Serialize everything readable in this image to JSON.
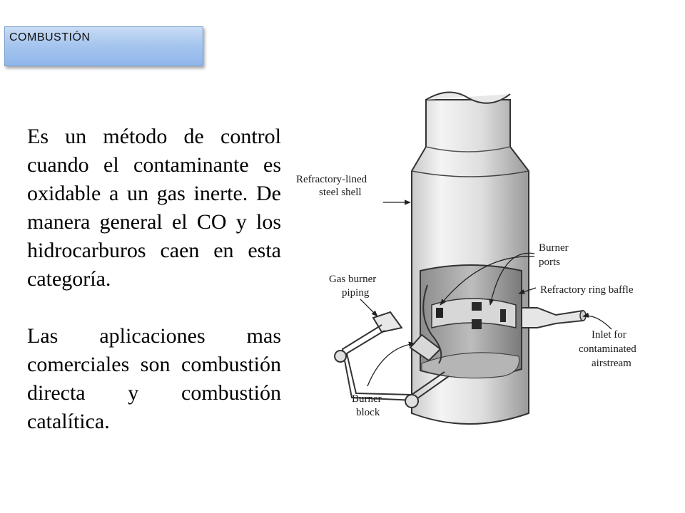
{
  "slide": {
    "title": "COMBUSTIÓN",
    "paragraphs": [
      "Es un método de control cuando el contaminante es oxidable a un gas inerte. De manera general el CO y los hidrocarburos caen en esta categoría.",
      "Las aplicaciones mas comerciales son combustión directa y combustión catalítica."
    ]
  },
  "figure": {
    "labels": {
      "shell_1": "Refractory-lined",
      "shell_2": "steel shell",
      "ports_1": "Burner",
      "ports_2": "ports",
      "baffle": "Refractory ring baffle",
      "piping_1": "Gas burner",
      "piping_2": "piping",
      "inlet_1": "Inlet for",
      "inlet_2": "contaminated",
      "inlet_3": "airstream",
      "block_1": "Burner",
      "block_2": "block"
    }
  }
}
